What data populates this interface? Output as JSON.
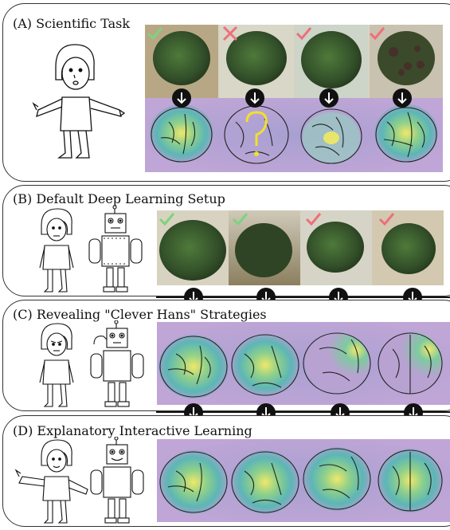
{
  "panels": {
    "a": {
      "title": "(A) Scientific Task"
    },
    "b": {
      "title": "(B) Default Deep Learning Setup"
    },
    "c": {
      "title": "(C) Revealing \"Clever Hans\" Strategies"
    },
    "d": {
      "title": "(D) Explanatory Interactive Learning"
    }
  },
  "panel_a": {
    "marks": [
      "check",
      "cross",
      "check",
      "check"
    ],
    "question_mark": "?"
  },
  "panel_b": {
    "marks": [
      "check",
      "check",
      "check",
      "check"
    ]
  },
  "colors": {
    "check_green": "#7ed37e",
    "check_red": "#ef6f7a",
    "cross_red": "#ef6f7a",
    "heat_purple": "#b39fcc",
    "heat_teal": "#5db9b1",
    "heat_yellow": "#ece86e",
    "leaf_dark": "#35512a",
    "question_yellow": "#f2e02c"
  }
}
